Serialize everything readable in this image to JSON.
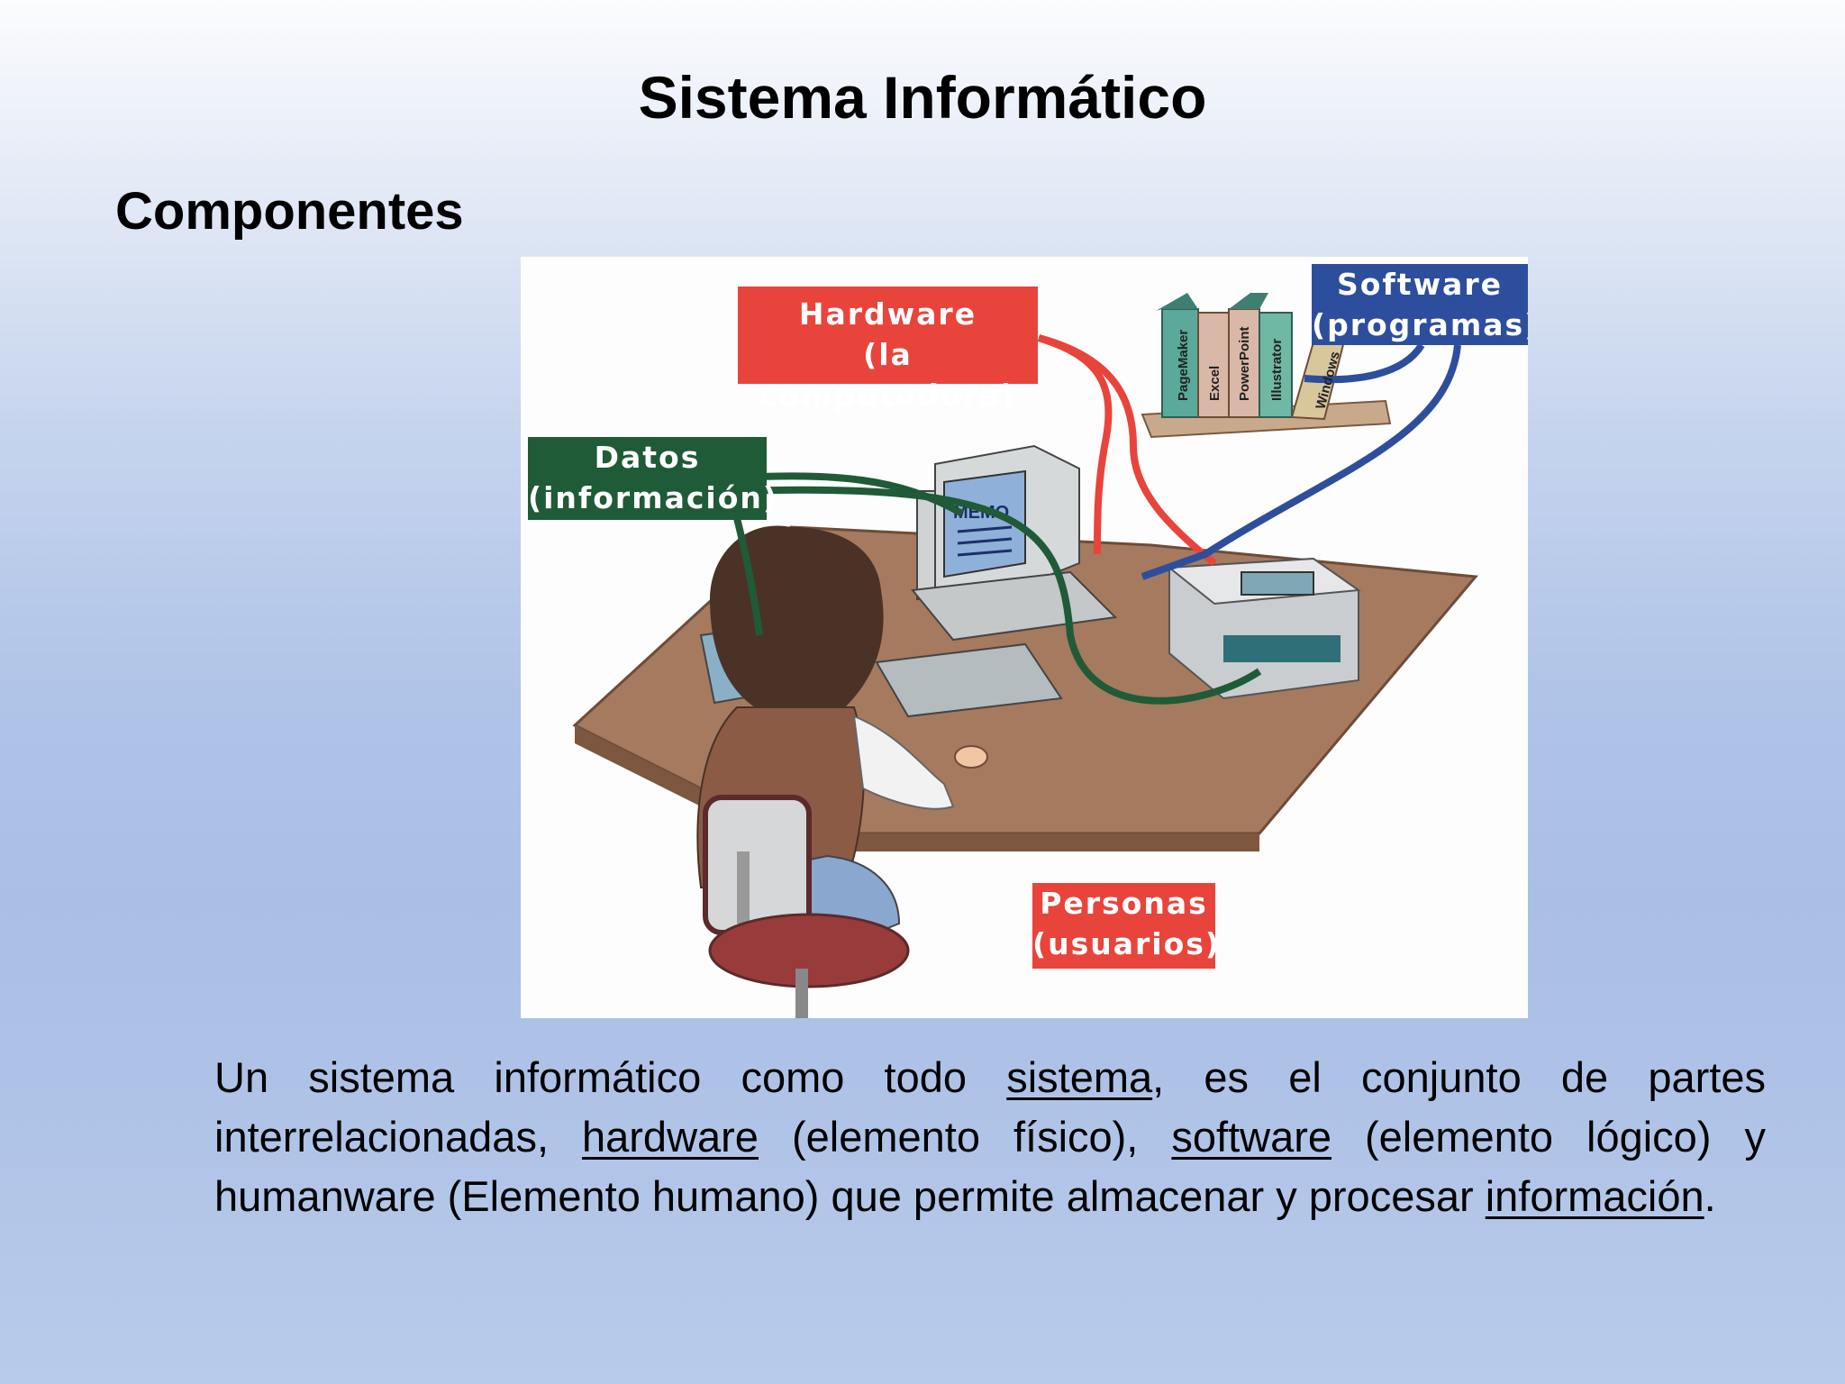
{
  "slide": {
    "title": "Sistema Informático",
    "subtitle": "Componentes"
  },
  "figure": {
    "labels": {
      "hardware": [
        "Hardware",
        "(la computadora)"
      ],
      "software": [
        "Software",
        "(programas)"
      ],
      "datos": [
        "Datos",
        "(información)"
      ],
      "personas": [
        "Personas",
        "(usuarios)"
      ]
    },
    "screen_text": "MEMO",
    "book_spines": [
      "PageMaker",
      "Excel",
      "PowerPoint",
      "Illustrator",
      "Windows"
    ],
    "colors": {
      "hardware": "#e8443b",
      "software": "#2d4e9c",
      "datos": "#1f5b36",
      "personas": "#e8443b"
    }
  },
  "paragraph": {
    "p1": "Un sistema informático como todo ",
    "link_sistema": "sistema",
    "p2": ", es el conjunto de partes interrelacionadas, ",
    "link_hardware": "hardware",
    "p3": " (elemento físico), ",
    "link_software": "software",
    "p4": " (elemento lógico) y humanware (Elemento humano) que permite almacenar y procesar ",
    "link_informacion": "información",
    "p5": "."
  }
}
